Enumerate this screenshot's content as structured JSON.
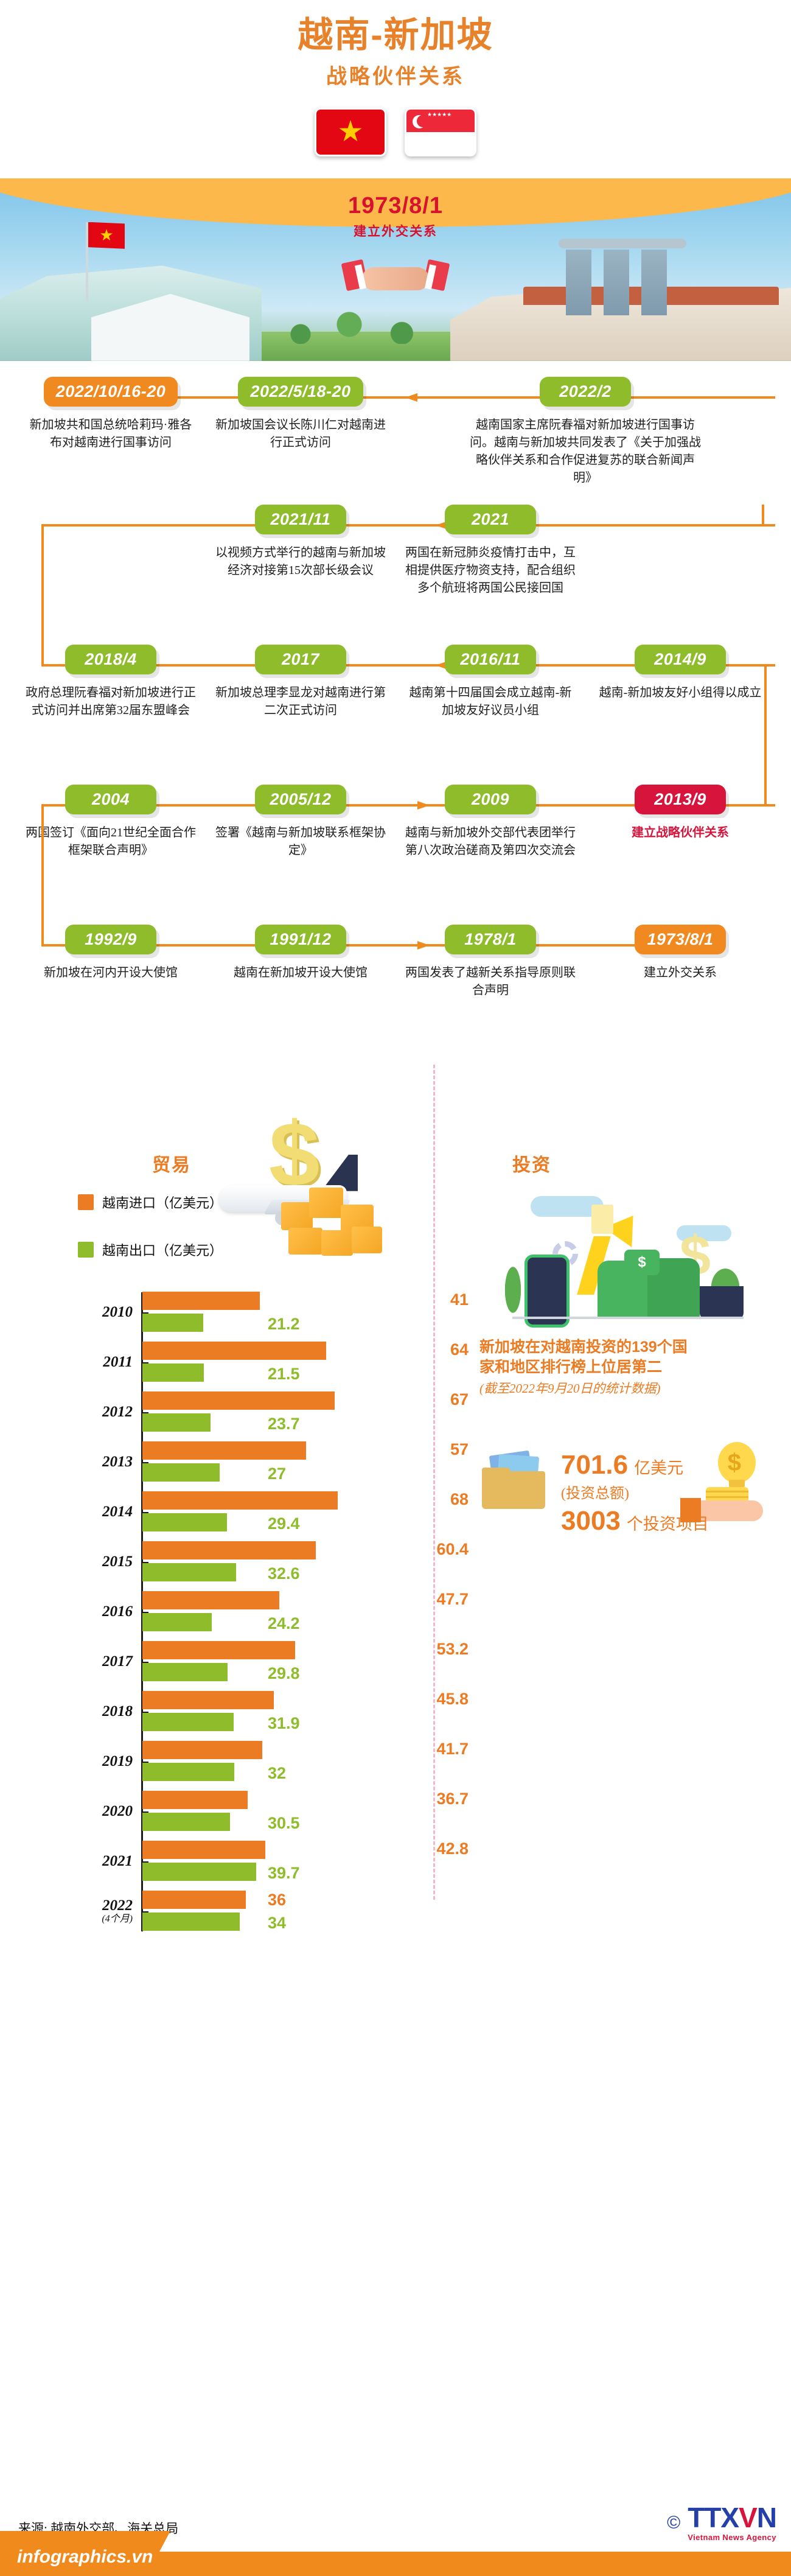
{
  "header": {
    "title": "越南-新加坡",
    "subtitle": "战略伙伴关系"
  },
  "flags": {
    "vietnam_name": "vietnam-flag",
    "singapore_name": "singapore-flag",
    "vn_star": "★",
    "sg_stars": "★★★★★"
  },
  "hero": {
    "year": "1973/8/1",
    "caption": "建立外交关系"
  },
  "timeline": {
    "rows": [
      {
        "cells": [
          {
            "date": "2022/10/16-20",
            "color": "orange",
            "desc": "新加坡共和国总统哈莉玛·雅各布对越南进行国事访问"
          },
          {
            "date": "2022/5/18-20",
            "color": "green",
            "desc": "新加坡国会议长陈川仁对越南进行正式访问"
          },
          {
            "date": "2022/2",
            "color": "green",
            "desc": "越南国家主席阮春福对新加坡进行国事访问。越南与新加坡共同发表了《关于加强战略伙伴关系和合作促进复苏的联合新闻声明》"
          },
          {
            "date": "",
            "color": "none",
            "desc": ""
          }
        ]
      },
      {
        "cells": [
          {
            "date": "",
            "color": "none",
            "desc": ""
          },
          {
            "date": "2021/11",
            "color": "green",
            "desc": "以视频方式举行的越南与新加坡经济对接第15次部长级会议"
          },
          {
            "date": "2021",
            "color": "green",
            "desc": "两国在新冠肺炎疫情打击中，互相提供医疗物资支持，配合组织多个航班将两国公民接回国"
          },
          {
            "date": "",
            "color": "none",
            "desc": ""
          }
        ]
      },
      {
        "cells": [
          {
            "date": "2018/4",
            "color": "green",
            "desc": "政府总理阮春福对新加坡进行正式访问并出席第32届东盟峰会"
          },
          {
            "date": "2017",
            "color": "green",
            "desc": "新加坡总理李显龙对越南进行第二次正式访问"
          },
          {
            "date": "2016/11",
            "color": "green",
            "desc": "越南第十四届国会成立越南-新加坡友好议员小组"
          },
          {
            "date": "2014/9",
            "color": "green",
            "desc": "越南-新加坡友好小组得以成立"
          }
        ]
      },
      {
        "cells": [
          {
            "date": "2004",
            "color": "green",
            "desc": "两国签订《面向21世纪全面合作框架联合声明》"
          },
          {
            "date": "2005/12",
            "color": "green",
            "desc": "签署《越南与新加坡联系框架协定》"
          },
          {
            "date": "2009",
            "color": "green",
            "desc": "越南与新加坡外交部代表团举行第八次政治磋商及第四次交流会"
          },
          {
            "date": "2013/9",
            "color": "red",
            "desc": "建立战略伙伴关系"
          }
        ]
      },
      {
        "cells": [
          {
            "date": "1992/9",
            "color": "green",
            "desc": "新加坡在河内开设大使馆"
          },
          {
            "date": "1991/12",
            "color": "green",
            "desc": "越南在新加坡开设大使馆"
          },
          {
            "date": "1978/1",
            "color": "green",
            "desc": "两国发表了越新关系指导原则联合声明"
          },
          {
            "date": "1973/8/1",
            "color": "orange",
            "desc": "建立外交关系"
          }
        ]
      }
    ]
  },
  "trade": {
    "title": "贸易",
    "legend": [
      {
        "color": "#ec7c23",
        "label": "越南进口（亿美元）"
      },
      {
        "color": "#8fbc2b",
        "label": "越南出口（亿美元）"
      }
    ]
  },
  "invest": {
    "title": "投资",
    "note_line1": "新加坡在对越南投资的139个国",
    "note_line2": "家和地区排行榜上位居第二",
    "note_sub": "(截至2022年9月20日的统计数据)",
    "stat1_value": "701.6",
    "stat1_unit": "亿美元",
    "stat1_sub": "(投资总额)",
    "stat2_value": "3003",
    "stat2_unit": "个投资项目"
  },
  "footer": {
    "source": "来源: 越南外交部、海关总局",
    "site": "infographics.vn",
    "copyright": "©",
    "agency_a": "TTX",
    "agency_v": "V",
    "agency_n": "N",
    "agency_sub": "Vietnam News Agency"
  },
  "chart_data": {
    "type": "bar",
    "title": "贸易",
    "xlabel": "",
    "ylabel": "",
    "orientation": "horizontal",
    "categories": [
      "2010",
      "2011",
      "2012",
      "2013",
      "2014",
      "2015",
      "2016",
      "2017",
      "2018",
      "2019",
      "2020",
      "2021",
      "2022"
    ],
    "category_notes": {
      "2022": "(4个月)"
    },
    "series": [
      {
        "name": "越南进口（亿美元）",
        "color": "#ec7c23",
        "values": [
          41,
          64,
          67,
          57,
          68,
          60.4,
          47.7,
          53.2,
          45.8,
          41.7,
          36.7,
          42.8,
          36
        ]
      },
      {
        "name": "越南出口（亿美元）",
        "color": "#8fbc2b",
        "values": [
          21.2,
          21.5,
          23.7,
          27,
          29.4,
          32.6,
          24.2,
          29.8,
          31.9,
          32,
          30.5,
          39.7,
          34
        ]
      }
    ],
    "xlim": [
      0,
      70
    ],
    "grid": false,
    "legend_position": "top-left"
  }
}
